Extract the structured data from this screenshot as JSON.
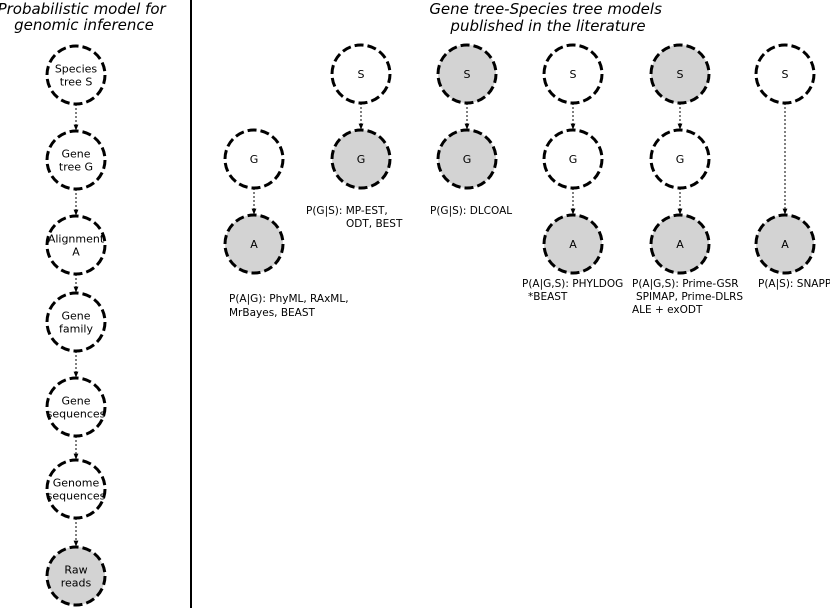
{
  "colors": {
    "filled": "#d3d3d3",
    "empty": "#ffffff",
    "stroke": "#000000"
  },
  "left_panel": {
    "title": [
      "Probabilistic model for",
      "genomic inference"
    ],
    "nodes": [
      {
        "id": "species-tree",
        "label": [
          "Species",
          "tree S"
        ],
        "filled": false
      },
      {
        "id": "gene-tree",
        "label": [
          "Gene",
          "tree G"
        ],
        "filled": false
      },
      {
        "id": "alignment",
        "label": [
          "Alignment",
          "A"
        ],
        "filled": false
      },
      {
        "id": "gene-family",
        "label": [
          "Gene",
          "family"
        ],
        "filled": false
      },
      {
        "id": "gene-sequences",
        "label": [
          "Gene",
          "sequences"
        ],
        "filled": false
      },
      {
        "id": "genome-sequences",
        "label": [
          "Genome",
          "sequences"
        ],
        "filled": false
      },
      {
        "id": "raw-reads",
        "label": [
          "Raw",
          "reads"
        ],
        "filled": true
      }
    ]
  },
  "right_panel": {
    "title": [
      "Gene tree-Species tree models",
      "published in the literature"
    ],
    "models": [
      {
        "id": "p-a-g",
        "nodes": [
          {
            "label": "G",
            "filled": false
          },
          {
            "label": "A",
            "filled": true
          }
        ],
        "caption": [
          "P(A|G): PhyML, RAxML,",
          "MrBayes, BEAST"
        ]
      },
      {
        "id": "p-g-s",
        "nodes": [
          {
            "label": "S",
            "filled": false
          },
          {
            "label": "G",
            "filled": true
          }
        ],
        "caption": [
          "P(G|S): MP-EST,",
          "ODT, BEST"
        ]
      },
      {
        "id": "p-g-s-dlcoal",
        "nodes": [
          {
            "label": "S",
            "filled": true
          },
          {
            "label": "G",
            "filled": true
          }
        ],
        "caption": [
          "P(G|S): DLCOAL"
        ]
      },
      {
        "id": "p-a-g-s-phyldog",
        "nodes": [
          {
            "label": "S",
            "filled": false
          },
          {
            "label": "G",
            "filled": false
          },
          {
            "label": "A",
            "filled": true
          }
        ],
        "caption": [
          "P(A|G,S): PHYLDOG",
          "*BEAST"
        ]
      },
      {
        "id": "p-a-g-s-prime",
        "nodes": [
          {
            "label": "S",
            "filled": true
          },
          {
            "label": "G",
            "filled": false
          },
          {
            "label": "A",
            "filled": true
          }
        ],
        "caption": [
          "P(A|G,S): Prime-GSR",
          "SPIMAP, Prime-DLRS",
          "ALE + exODT"
        ]
      },
      {
        "id": "p-a-s",
        "nodes": [
          {
            "label": "S",
            "filled": false
          },
          {
            "label": "A",
            "filled": true
          }
        ],
        "caption": [
          "P(A|S): SNAPP"
        ]
      }
    ]
  }
}
